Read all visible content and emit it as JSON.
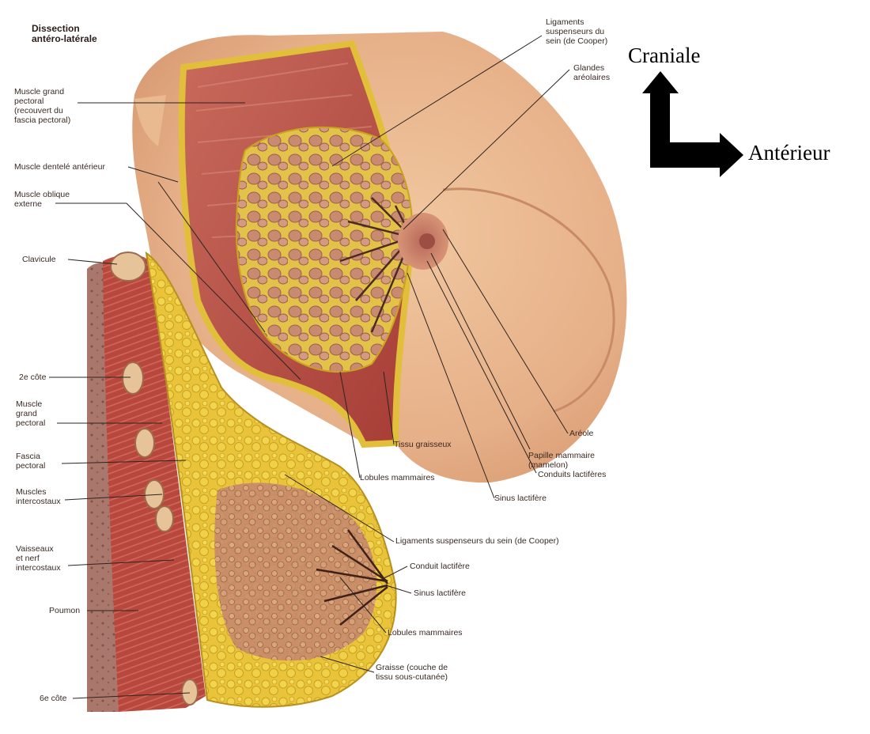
{
  "title": "Dissection\nantéro-latérale",
  "orientation": {
    "up": "Craniale",
    "right": "Antérieur"
  },
  "labels": {
    "muscle_grand_pectoral_top": "Muscle grand\npectoral\n(recouvert du\nfascia pectoral)",
    "muscle_dentele": "Muscle dentelé antérieur",
    "muscle_oblique": "Muscle oblique\nexterne",
    "clavicule": "Clavicule",
    "cote2": "2e côte",
    "muscle_grand_pectoral_bottom": "Muscle\ngrand\npectoral",
    "fascia_pectoral": "Fascia\npectoral",
    "muscles_intercostaux": "Muscles\nintercostaux",
    "vaisseaux": "Vaisseaux\net nerf\nintercostaux",
    "poumon": "Poumon",
    "cote6": "6e côte",
    "ligaments_cooper_top": "Ligaments\nsuspenseurs du\nsein (de Cooper)",
    "glandes_areolaires": "Glandes\naréolaires",
    "areole": "Aréole",
    "papille": "Papille mammaire\n(mamelon)",
    "conduits_lactiferes": "Conduits lactifères",
    "sinus_lactifere_top": "Sinus lactifère",
    "tissu_graisseux": "Tissu graisseux",
    "lobules_top": "Lobules mammaires",
    "ligaments_cooper_bottom": "Ligaments suspenseurs du sein (de Cooper)",
    "conduit_lactifere": "Conduit lactifère",
    "sinus_lactifere_bottom": "Sinus lactifère",
    "lobules_bottom": "Lobules mammaires",
    "graisse": "Graisse (couche de\ntissu sous-cutanée)"
  },
  "colors": {
    "skin": "#e9b98f",
    "muscle": "#c0554a",
    "fat": "#e8c530",
    "gland": "#c98a72",
    "lung": "#a8756a"
  }
}
